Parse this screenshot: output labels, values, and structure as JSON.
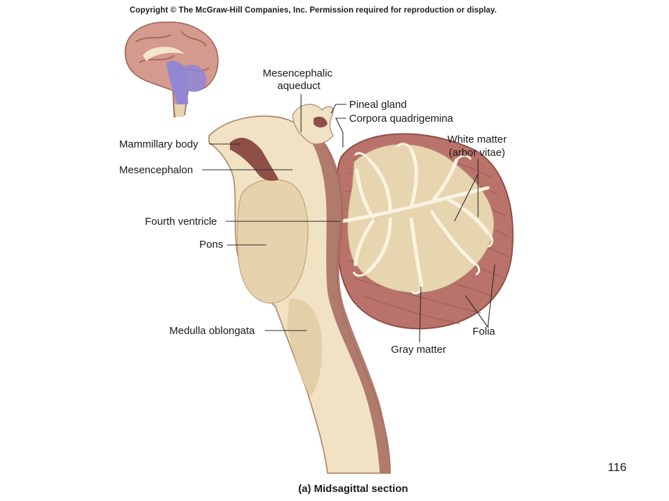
{
  "copyright": "Copyright © The McGraw-Hill Companies, Inc. Permission required for reproduction or display.",
  "labels": {
    "mesencephalic_aqueduct_1": "Mesencephalic",
    "mesencephalic_aqueduct_2": "aqueduct",
    "pineal_gland": "Pineal gland",
    "corpora_quadrigemina": "Corpora quadrigemina",
    "white_matter_1": "White matter",
    "white_matter_2": "(arbor vitae)",
    "mammillary_body": "Mammillary body",
    "mesencephalon": "Mesencephalon",
    "fourth_ventricle": "Fourth ventricle",
    "pons": "Pons",
    "medulla_oblongata": "Medulla oblongata",
    "gray_matter": "Gray matter",
    "folia": "Folia"
  },
  "caption": "(a) Midsagittal section",
  "page_number": "116",
  "colors": {
    "tissue_cream": "#f1e2c3",
    "tissue_shade": "#dcc59c",
    "cerebellum_red": "#b9736a",
    "cerebellum_dark": "#8e4f48",
    "ventricle_dark": "#6e3b35",
    "brainstem_highlight": "#8f86d8"
  }
}
